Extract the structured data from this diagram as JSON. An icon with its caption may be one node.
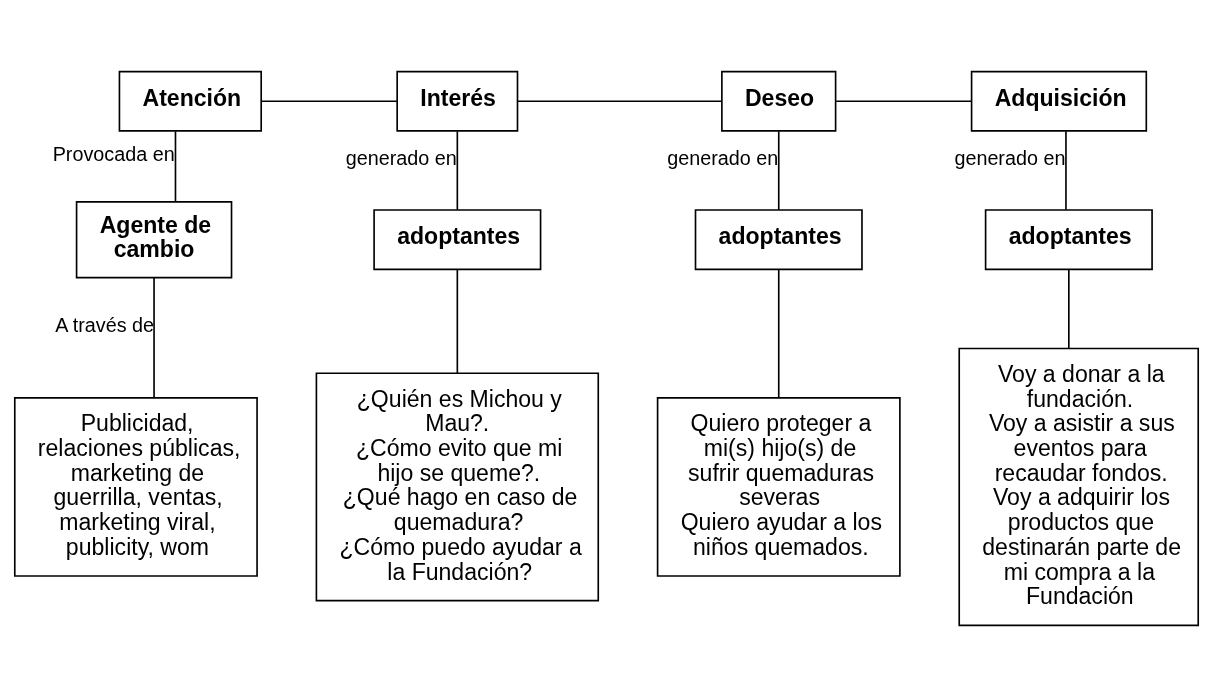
{
  "diagram": {
    "nodes": [
      {
        "text": [
          "Atención"
        ]
      },
      {
        "text": [
          "Interés"
        ]
      },
      {
        "text": [
          "Deseo"
        ]
      },
      {
        "text": [
          "Adquisición"
        ]
      },
      {
        "text": [
          "Agente de cambio"
        ]
      },
      {
        "text": [
          "adoptantes"
        ]
      },
      {
        "text": [
          "adoptantes"
        ]
      },
      {
        "text": [
          "adoptantes"
        ]
      },
      {
        "text": [
          "Publicidad, relaciones públicas, marketing de guerrilla, ventas, marketing viral, publicity, wom"
        ]
      },
      {
        "text": [
          "¿Quién es Michou y Mau?.",
          "¿Cómo evito que mi hijo se queme?.",
          "¿Qué hago en caso de quemadura?",
          "¿Cómo puedo ayudar a la Fundación?"
        ]
      },
      {
        "text": [
          "Quiero proteger a mi(s) hijo(s) de sufrir quemaduras severas",
          "Quiero ayudar a los niños quemados."
        ]
      },
      {
        "text": [
          "Voy a donar a la fundación.",
          "Voy a asistir a sus eventos para recaudar fondos.",
          "Voy a adquirir los productos que destinarán parte de mi compra a la Fundación"
        ]
      }
    ],
    "edges": [
      {
        "from": 0,
        "to": 1,
        "arrow": "none"
      },
      {
        "from": 1,
        "to": 2,
        "arrow": "none"
      },
      {
        "from": 2,
        "to": 3,
        "arrow": "none"
      },
      {
        "from": 0,
        "to": 4,
        "arrow": "none",
        "label": "Provocada en"
      },
      {
        "from": 1,
        "to": 5,
        "arrow": "none",
        "label": "generado en"
      },
      {
        "from": 2,
        "to": 6,
        "arrow": "none",
        "label": "generado en"
      },
      {
        "from": 3,
        "to": 7,
        "arrow": "none",
        "label": "generado en"
      },
      {
        "from": 4,
        "to": 8,
        "arrow": "none",
        "label": "A través de"
      },
      {
        "from": 5,
        "to": 9,
        "arrow": "none"
      },
      {
        "from": 6,
        "to": 10,
        "arrow": "none"
      },
      {
        "from": 7,
        "to": 11,
        "arrow": "none"
      }
    ]
  }
}
